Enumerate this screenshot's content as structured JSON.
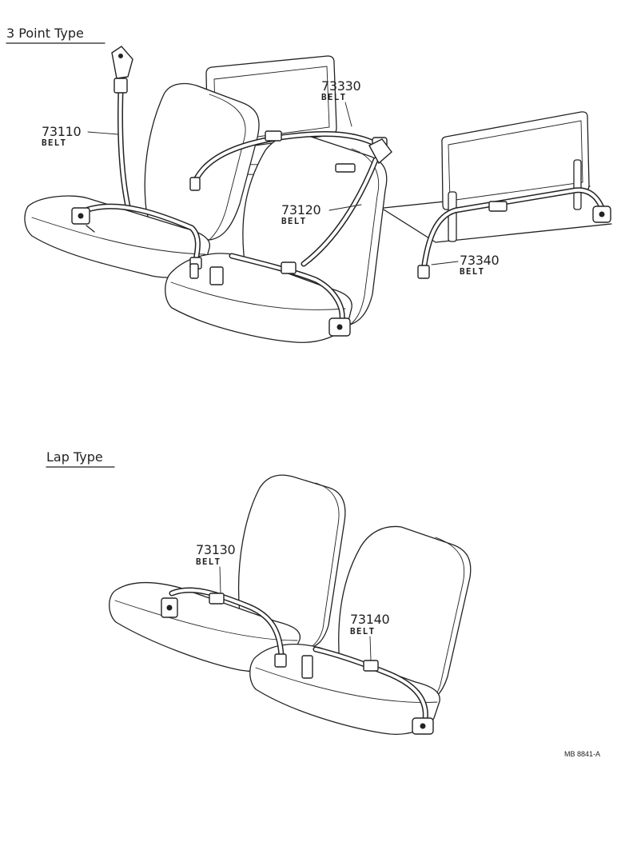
{
  "sections": [
    {
      "title": "3 Point Type"
    },
    {
      "title": "Lap Type"
    }
  ],
  "callouts": [
    {
      "number": "73110",
      "label": "BELT"
    },
    {
      "number": "73330",
      "label": "BELT"
    },
    {
      "number": "73120",
      "label": "BELT"
    },
    {
      "number": "73340",
      "label": "BELT"
    },
    {
      "number": "73130",
      "label": "BELT"
    },
    {
      "number": "73140",
      "label": "BELT"
    }
  ],
  "diagram_code": "MB 8841-A",
  "colors": {
    "line": "#222222",
    "background": "#ffffff"
  }
}
